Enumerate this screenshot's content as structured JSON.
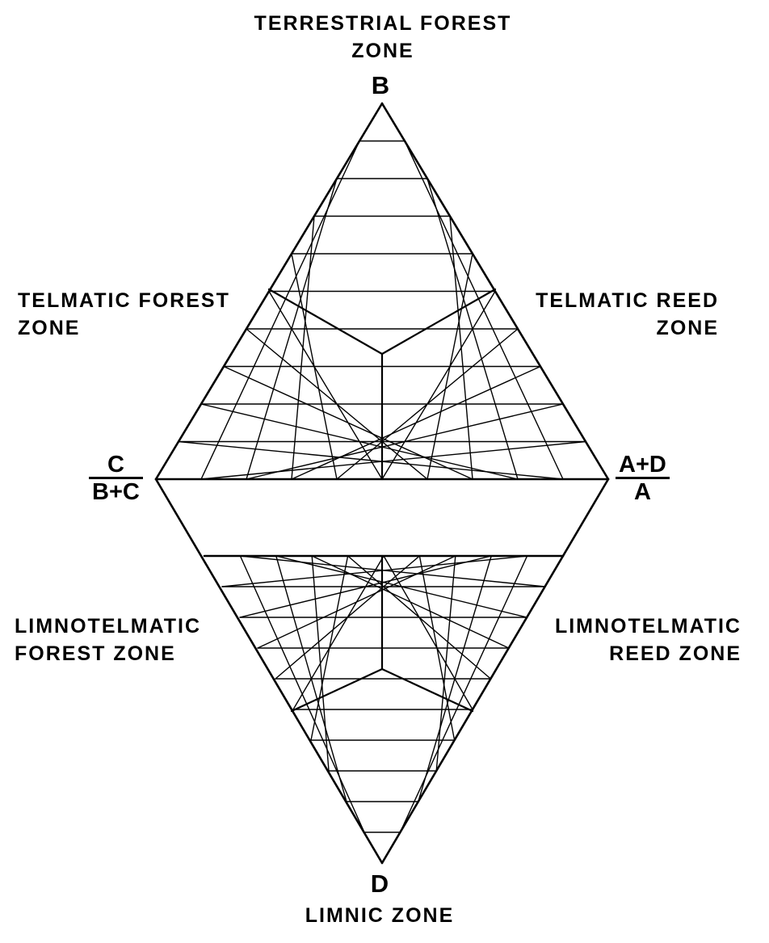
{
  "vertices": {
    "top": "B",
    "bottom": "D"
  },
  "zones": {
    "terrestrial_forest": [
      "TERRESTRIAL FOREST",
      "ZONE"
    ],
    "telmatic_forest": [
      "TELMATIC FOREST",
      "ZONE"
    ],
    "telmatic_reed": [
      "TELMATIC REED",
      "ZONE"
    ],
    "limnotelmatic_forest": [
      "LIMNOTELMATIC",
      "FOREST ZONE"
    ],
    "limnotelmatic_reed": [
      "LIMNOTELMATIC",
      "REED ZONE"
    ],
    "limnic": [
      "LIMNIC ZONE"
    ]
  },
  "ratios": {
    "left": {
      "numerator": "C",
      "denominator": "B+C"
    },
    "right": {
      "numerator": "A+D",
      "denominator": "A"
    }
  },
  "grid": {
    "divisions": 10
  }
}
